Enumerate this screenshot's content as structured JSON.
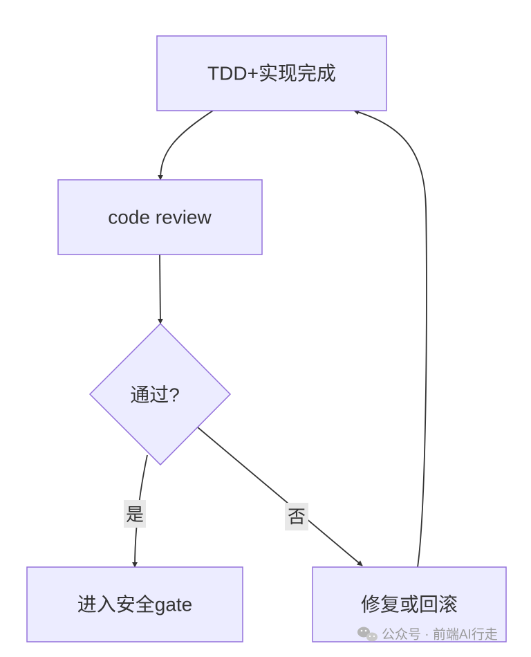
{
  "nodes": {
    "tdd": {
      "label": "TDD+实现完成"
    },
    "review": {
      "label": "code review"
    },
    "decision": {
      "label": "通过?"
    },
    "security": {
      "label": "进入安全gate"
    },
    "fix": {
      "label": "修复或回滚"
    }
  },
  "edges": {
    "yes_label": "是",
    "no_label": "否"
  },
  "colors": {
    "node_fill": "#ECECFF",
    "node_stroke": "#9370DB",
    "edge": "#333333",
    "label_bg": "#E8E8E8"
  },
  "watermark": {
    "icon": "wechat-icon",
    "text": "公众号 · 前端AI行走"
  }
}
